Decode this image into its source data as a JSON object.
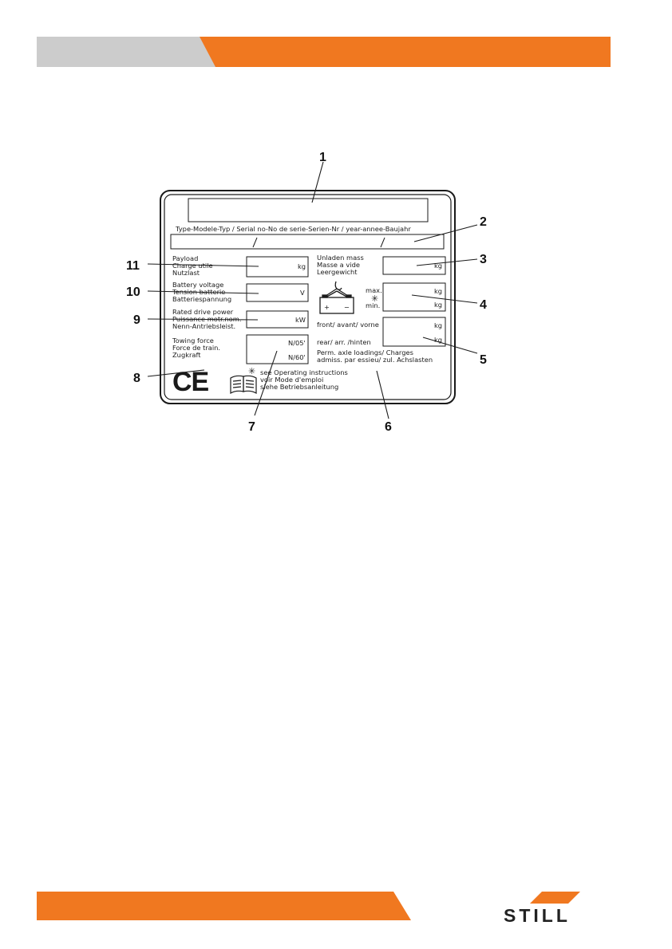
{
  "colors": {
    "accent": "#f07820",
    "gray": "#cccccc",
    "ink": "#1a1a1a"
  },
  "plate": {
    "header_line": "Type-Modele-Typ / Serial no-No de serie-Serien-Nr / year-annee-Baujahr",
    "payload": [
      "Payload",
      "Charge utile",
      "Nutzlast"
    ],
    "battery_voltage": [
      "Battery voltage",
      "Tension batterie",
      "Batteriespannung"
    ],
    "rated_drive_power": [
      "Rated drive power",
      "Puissance motr.nom.",
      "Nenn-Antriebsleist."
    ],
    "towing_force": [
      "Towing force",
      "Force de train.",
      "Zugkraft"
    ],
    "unladen_mass": [
      "Unladen mass",
      "Masse a vide",
      "Leergewicht"
    ],
    "max_label": "max.",
    "min_label": "min.",
    "asterisk": "✳",
    "front_label": "front/ avant/ vorne",
    "rear_label": "rear/ arr. /hinten",
    "axle_loadings": [
      "Perm. axle loadings/ Charges",
      "admiss. par essieu/ zul. Achslasten"
    ],
    "see_instructions": [
      "see Operating instructions",
      "voir Mode d'emploi",
      "siehe Betriebsanleitung"
    ],
    "units": {
      "kg": "kg",
      "v": "V",
      "kw": "kW",
      "n05": "N/05'",
      "n60": "N/60'"
    },
    "ce_mark": "CE",
    "battery_plus": "+",
    "battery_minus": "−"
  },
  "callouts": [
    "1",
    "2",
    "3",
    "4",
    "5",
    "6",
    "7",
    "8",
    "9",
    "10",
    "11"
  ],
  "logo": {
    "text": "STILL"
  }
}
